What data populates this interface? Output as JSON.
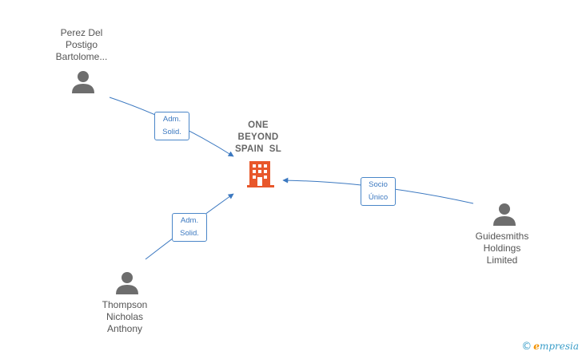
{
  "center": {
    "name_lines": [
      "ONE",
      "BEYOND",
      "SPAIN  SL"
    ],
    "icon": "building-icon",
    "icon_color": "#e8572a"
  },
  "people": [
    {
      "id": "perez",
      "name_lines": [
        "Perez Del",
        "Postigo",
        "Bartolome..."
      ],
      "icon": "person-icon"
    },
    {
      "id": "thompson",
      "name_lines": [
        "Thompson",
        "Nicholas",
        "Anthony"
      ],
      "icon": "person-icon"
    },
    {
      "id": "guidesmiths",
      "name_lines": [
        "Guidesmiths",
        "Holdings",
        "Limited"
      ],
      "icon": "person-icon"
    }
  ],
  "relations": [
    {
      "from": "perez",
      "lines": [
        "Adm.",
        "Solid."
      ]
    },
    {
      "from": "thompson",
      "lines": [
        "Adm.",
        "Solid."
      ]
    },
    {
      "from": "guidesmiths",
      "lines": [
        "Socio",
        "Único"
      ]
    }
  ],
  "colors": {
    "edge": "#3b78c0",
    "icon": "#6d6d6d",
    "text": "#555555"
  },
  "brand": {
    "copyright": "©",
    "initial": "e",
    "rest": "mpresia"
  }
}
